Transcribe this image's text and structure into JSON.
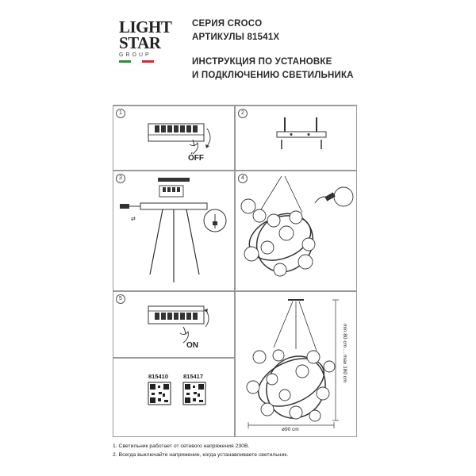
{
  "brand": {
    "line1": "LIGHT",
    "line2": "STAR",
    "group": "GROUP",
    "flag_colors": [
      "#2e8b3d",
      "#ffffff",
      "#c9302c"
    ]
  },
  "header": {
    "series": "СЕРИЯ CROCO",
    "articles": "АРТИКУЛЫ 81541X",
    "instruction_line1": "ИНСТРУКЦИЯ ПО УСТАНОВКЕ",
    "instruction_line2": "И ПОДКЛЮЧЕНИЮ СВЕТИЛЬНИКА"
  },
  "steps": [
    {
      "number": "1",
      "label": "OFF"
    },
    {
      "number": "2",
      "label": ""
    },
    {
      "number": "3",
      "label": ""
    },
    {
      "number": "4",
      "label": ""
    },
    {
      "number": "5",
      "label": "ON"
    }
  ],
  "dimensions": {
    "height": "min 80 cm ... max 180 cm",
    "diameter": "ø90 cm"
  },
  "product_codes": [
    "815410",
    "815417"
  ],
  "notes": [
    "1. Светильник работает от сетевого напряжения 230В.",
    "2. Всегда выключайте напряжение, когда устанавливаете светильник."
  ]
}
